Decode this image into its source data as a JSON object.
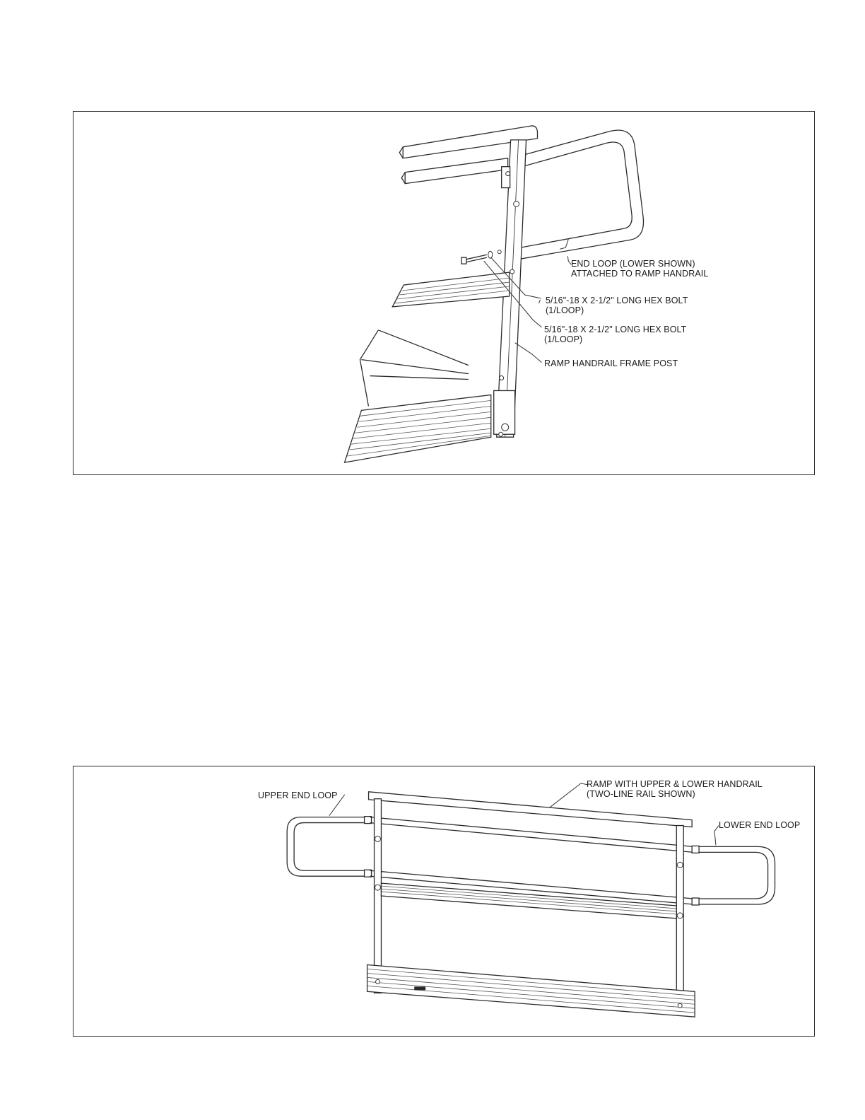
{
  "figure_1": {
    "callouts": {
      "end_loop": [
        "END LOOP (LOWER SHOWN)",
        "ATTACHED TO RAMP HANDRAIL"
      ],
      "hex_bolt_a": [
        "5/16\"-18 X 2-1/2\" LONG HEX BOLT",
        "(1/LOOP)"
      ],
      "hex_bolt_b": [
        "5/16\"-18 X 2-1/2\" LONG HEX BOLT",
        "(1/LOOP)"
      ],
      "frame_post": [
        "RAMP HANDRAIL FRAME POST"
      ]
    }
  },
  "figure_2": {
    "callouts": {
      "upper_end_loop": [
        "UPPER END LOOP"
      ],
      "ramp_handrail": [
        "RAMP WITH UPPER & LOWER HANDRAIL",
        "(TWO-LINE RAIL SHOWN)"
      ],
      "lower_end_loop": [
        "LOWER END LOOP"
      ]
    }
  }
}
